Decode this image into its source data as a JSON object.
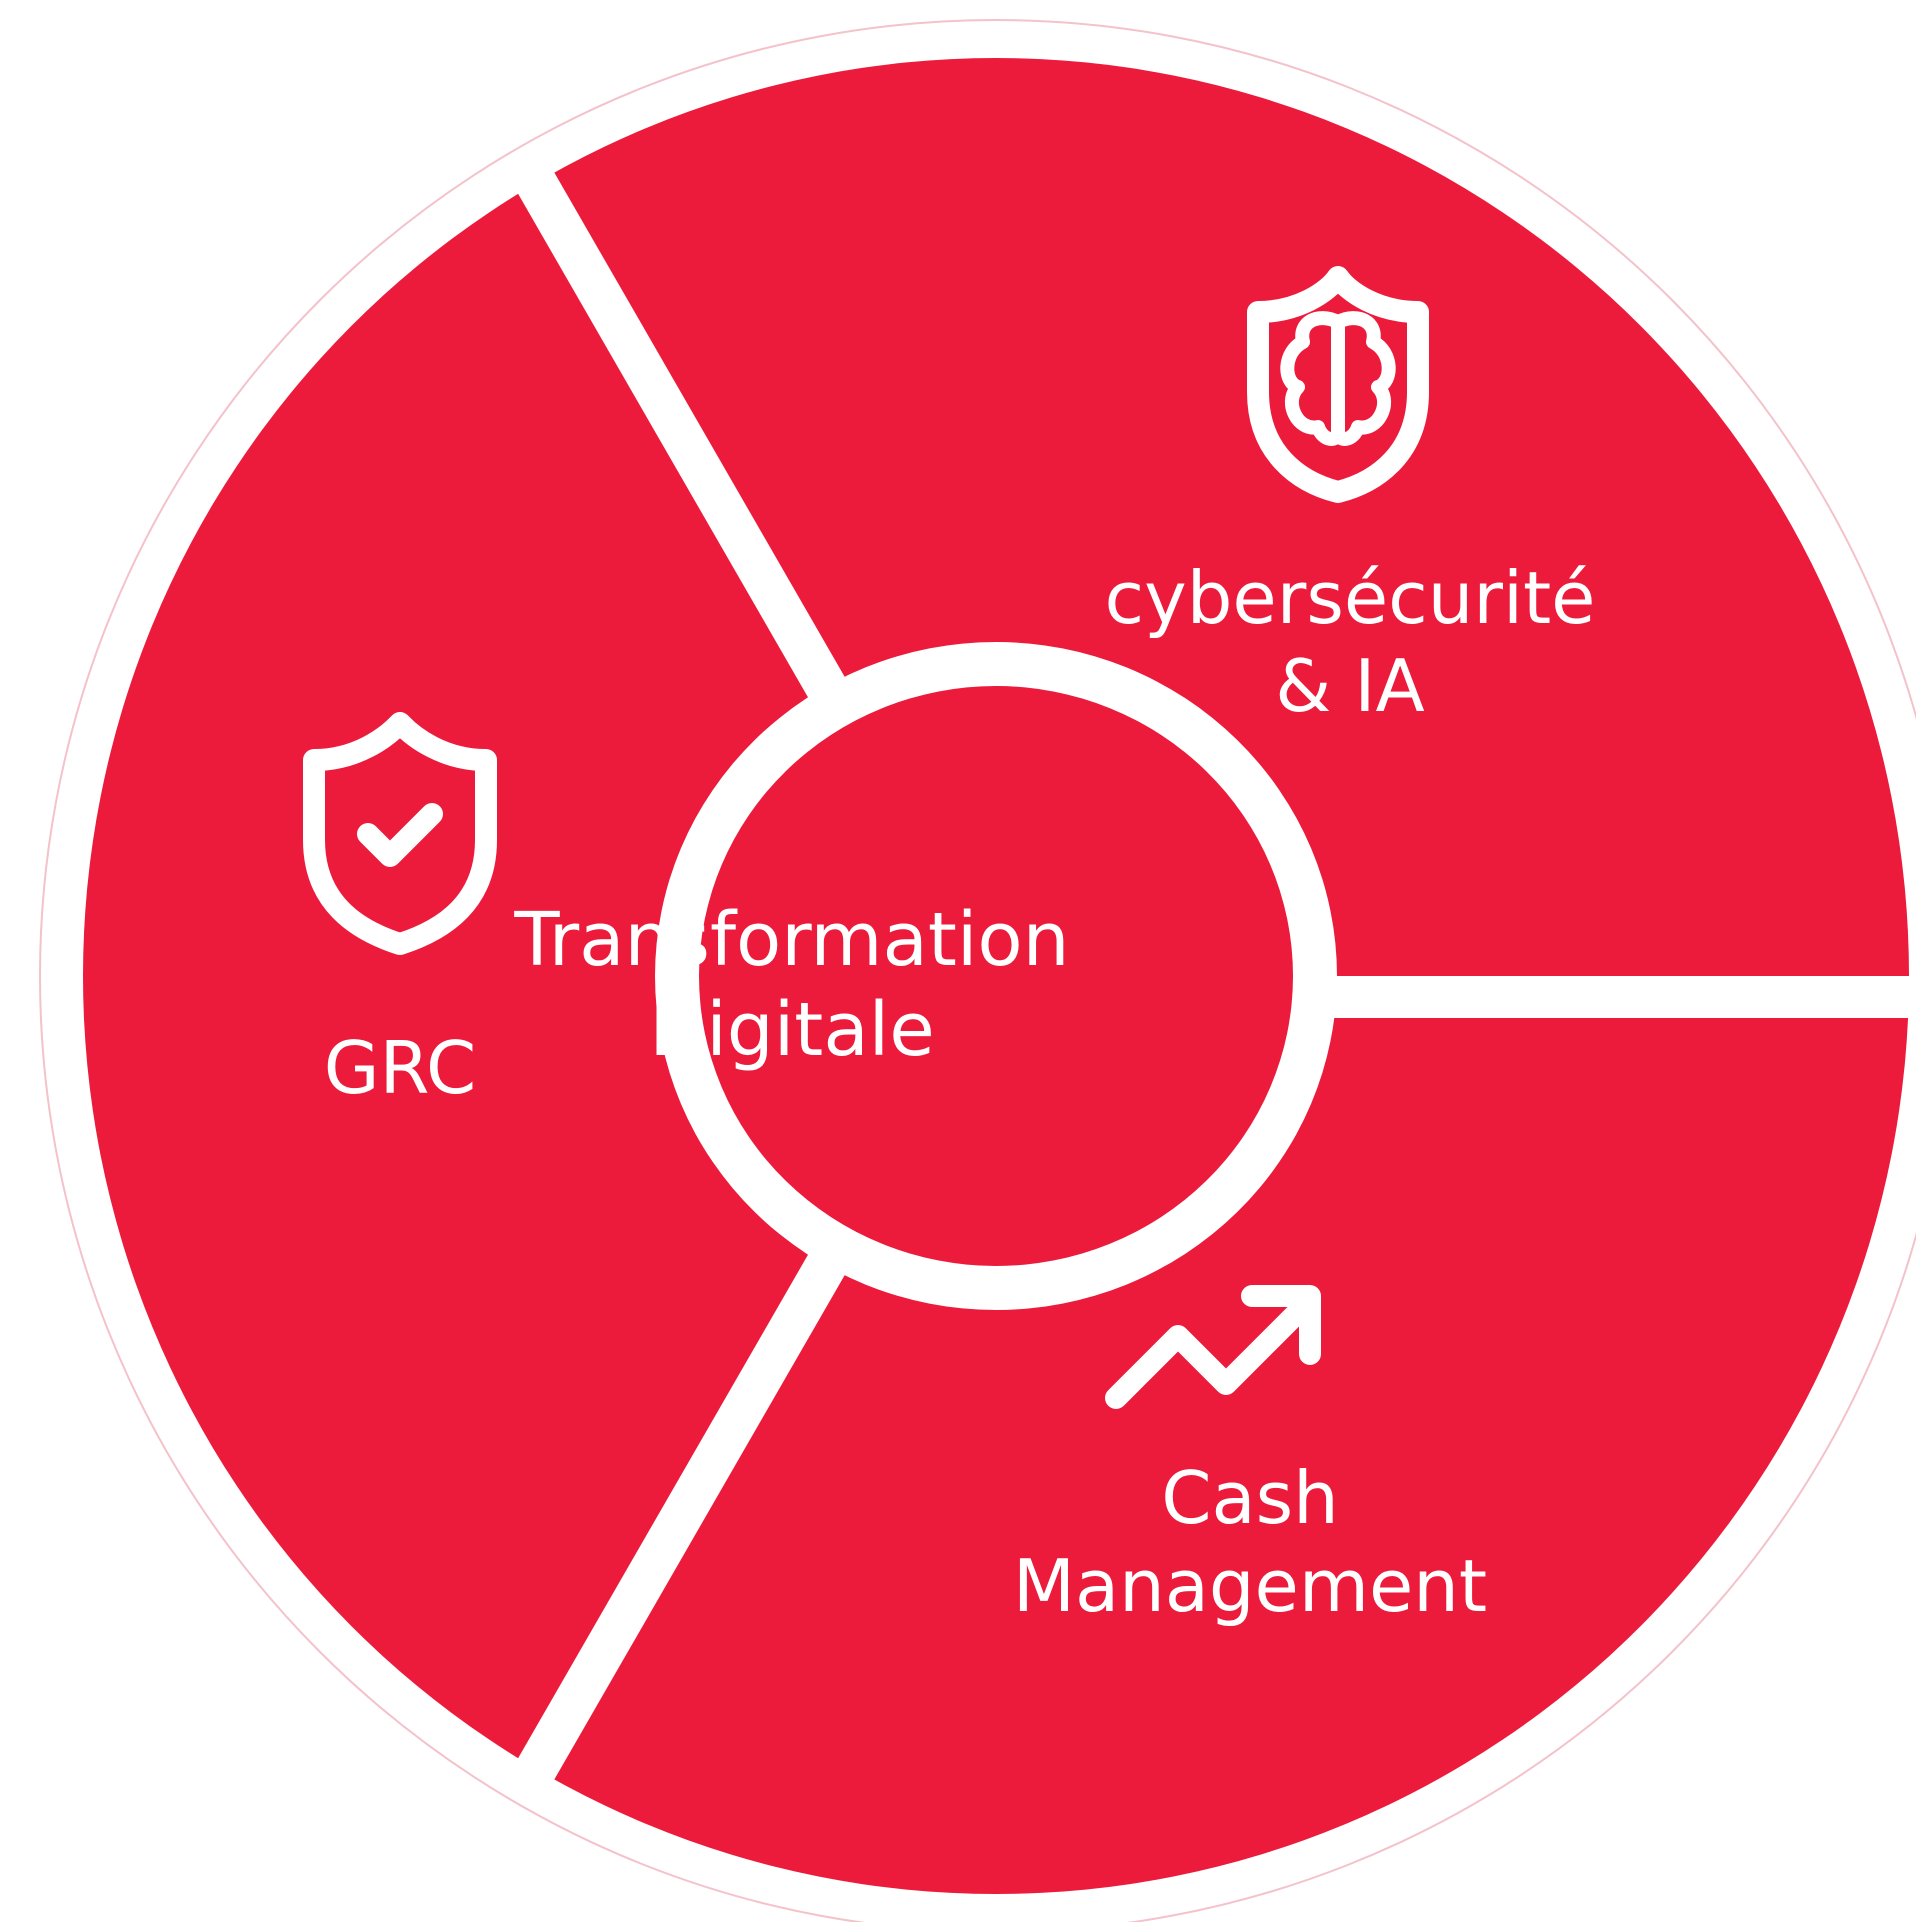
{
  "diagram": {
    "type": "segmented-wheel",
    "center": {
      "line1": "Transformation",
      "line2": "Digitale"
    },
    "segments": [
      {
        "id": "cyber",
        "line1": "cybersécurité",
        "line2": "& IA",
        "icon": "shield-brain-icon"
      },
      {
        "id": "grc",
        "line1": "GRC",
        "icon": "shield-check-icon"
      },
      {
        "id": "cash",
        "line1": "Cash",
        "line2": "Management",
        "icon": "trend-up-arrow-icon"
      }
    ]
  },
  "colors": {
    "segment_fill": "#ec1b3b",
    "divider": "#ffffff",
    "background": "#ffffff",
    "text": "#ffffff"
  }
}
